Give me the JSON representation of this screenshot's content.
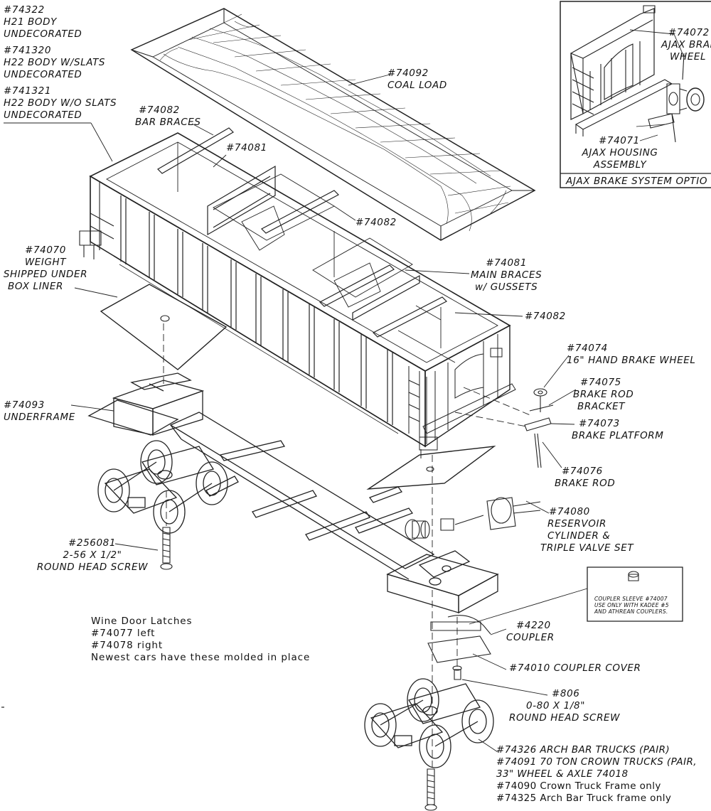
{
  "labels": {
    "body_h21": [
      "#74322",
      "H21 BODY",
      "UNDECORATED"
    ],
    "body_h22_slats": [
      "#741320",
      "H22 BODY W/SLATS",
      "UNDECORATED"
    ],
    "body_h22_noslats": [
      "#741321",
      "H22 BODY W/O SLATS",
      "UNDECORATED"
    ],
    "bar_braces_1": [
      "#74082",
      "BAR BRACES"
    ],
    "part_74081_top": [
      "#74081"
    ],
    "part_74082_mid": [
      "#74082"
    ],
    "coal_load": [
      "#74092",
      "COAL LOAD"
    ],
    "weight": [
      "#74070",
      "WEIGHT",
      "SHIPPED UNDER",
      "BOX LINER"
    ],
    "main_braces": [
      "#74081",
      "MAIN BRACES",
      "w/ GUSSETS"
    ],
    "part_74082_right": [
      "#74082"
    ],
    "hand_brake_wheel": [
      "#74074",
      "16\" HAND BRAKE WHEEL"
    ],
    "brake_rod_bracket": [
      "#74075",
      "BRAKE ROD",
      "BRACKET"
    ],
    "brake_platform": [
      "#74073",
      "BRAKE PLATFORM"
    ],
    "brake_rod": [
      "#74076",
      "BRAKE ROD"
    ],
    "underframe": [
      "#74093",
      "UNDERFRAME"
    ],
    "reservoir": [
      "#74080",
      "RESERVOIR",
      "CYLINDER &",
      "TRIPLE VALVE SET"
    ],
    "screw_256081": [
      "#256081",
      "2-56 X 1/2\"",
      "ROUND HEAD SCREW"
    ],
    "coupler_sleeve_note": [
      "COUPLER SLEEVE #74007",
      "USE ONLY WITH KADEE #5",
      "AND ATHREAN COUPLERS."
    ],
    "coupler": [
      "#4220",
      "COUPLER"
    ],
    "coupler_cover": [
      "#74010 COUPLER COVER"
    ],
    "wine_door_latches": [
      "Wine Door Latches",
      "#74077 left",
      "#74078 right",
      "Newest cars have these molded in place"
    ],
    "screw_806": [
      "#806",
      "0-80 X 1/8\"",
      "ROUND HEAD SCREW"
    ],
    "trucks": [
      "#74326 ARCH BAR TRUCKS (PAIR)",
      "#74091 70 TON CROWN TRUCKS (PAIR,",
      "33\" WHEEL & AXLE 74018",
      "#74090 Crown Truck Frame only",
      "#74325  Arch Bar Truck frame only"
    ],
    "ajax_brake_wheel": [
      "#74072",
      "AJAX BRAK",
      "WHEEL"
    ],
    "ajax_housing": [
      "#74071",
      "AJAX HOUSING",
      "ASSEMBLY"
    ],
    "ajax_caption": [
      "AJAX BRAKE SYSTEM OPTIO"
    ]
  }
}
